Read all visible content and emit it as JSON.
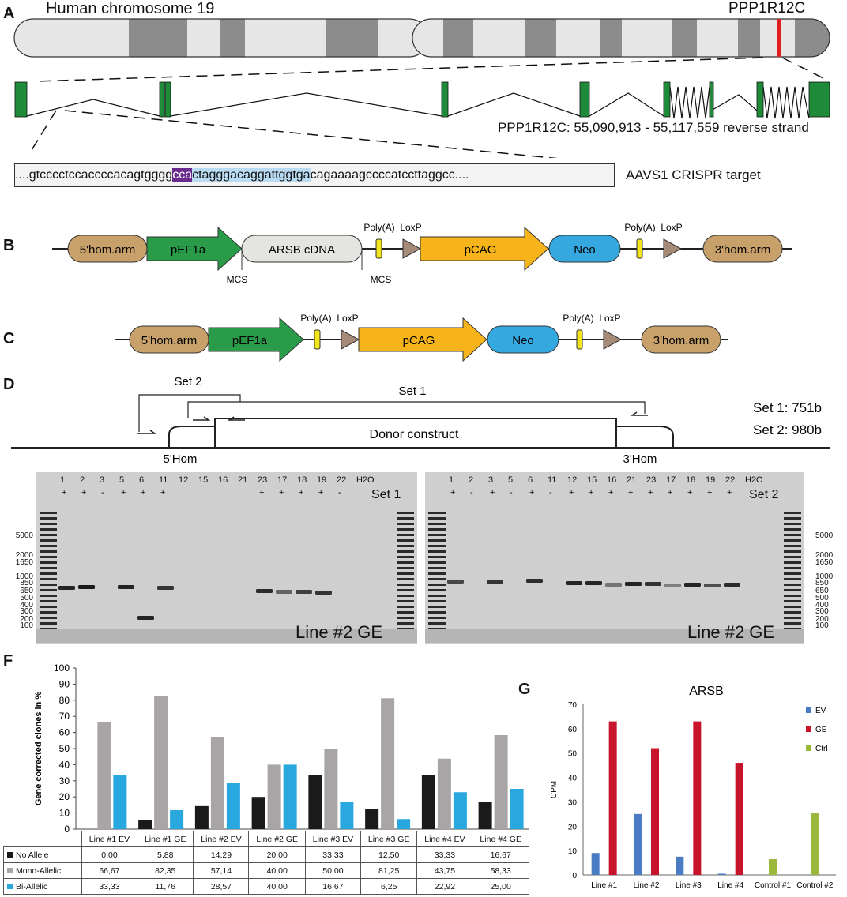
{
  "panels": {
    "a": "A",
    "b": "B",
    "c": "C",
    "d": "D",
    "f": "F",
    "g": "G"
  },
  "panel_a": {
    "chrom_title": "Human chromosome 19",
    "gene_name": "PPP1R12C",
    "gene_coords": "PPP1R12C: 55,090,913 - 55,117,559 reverse strand",
    "seq_left": "....gtcccctccaccccacagtgggg",
    "seq_pam": "cca",
    "seq_guide": "ctagggacaggattggtga",
    "seq_right": "cagaaaagccccatccttaggcc....",
    "target_label": "AAVS1 CRISPR target"
  },
  "panel_b": {
    "hom5": "5'hom.arm",
    "pef1a": "pEF1a",
    "cdna": "ARSB cDNA",
    "polya1": "Poly(A)",
    "loxp1": "LoxP",
    "pcag": "pCAG",
    "neo": "Neo",
    "polya2": "Poly(A)",
    "loxp2": "LoxP",
    "hom3": "3'hom.arm",
    "mcs1": "MCS",
    "mcs2": "MCS"
  },
  "panel_c": {
    "hom5": "5'hom.arm",
    "pef1a": "pEF1a",
    "polya1": "Poly(A)",
    "loxp1": "LoxP",
    "pcag": "pCAG",
    "neo": "Neo",
    "polya2": "Poly(A)",
    "loxp2": "LoxP",
    "hom3": "3'hom.arm"
  },
  "panel_d": {
    "set2": "Set 2",
    "set1": "Set 1",
    "donor": "Donor construct",
    "hom5": "5'Hom",
    "hom3": "3'Hom",
    "size1": "Set 1: 751b",
    "size2": "Set 2: 980b"
  },
  "gel1": {
    "set": "Set 1",
    "line": "Line #2 GE",
    "lanes": [
      "1",
      "2",
      "3",
      "5",
      "6",
      "11",
      "12",
      "15",
      "16",
      "21",
      "23",
      "17",
      "18",
      "19",
      "22",
      "H2O"
    ],
    "signs": [
      "+",
      "+",
      "-",
      "+",
      "+",
      "+",
      "",
      "",
      "",
      "",
      "+",
      "+",
      "+",
      "+",
      "-",
      ""
    ],
    "ladder": [
      "5000",
      "2000",
      "1650",
      "1000",
      "850",
      "650",
      "500",
      "400",
      "300",
      "200",
      "100"
    ]
  },
  "gel2": {
    "set": "Set 2",
    "line": "Line #2 GE",
    "lanes": [
      "1",
      "2",
      "3",
      "5",
      "6",
      "11",
      "12",
      "15",
      "16",
      "21",
      "23",
      "17",
      "18",
      "19",
      "22",
      "H2O"
    ],
    "signs": [
      "+",
      "-",
      "+",
      "-",
      "+",
      "-",
      "+",
      "+",
      "+",
      "+",
      "+",
      "+",
      "+",
      "+",
      "+",
      ""
    ],
    "ladder": [
      "5000",
      "2000",
      "1650",
      "1000",
      "850",
      "650",
      "500",
      "400",
      "300",
      "200",
      "100"
    ]
  },
  "chart_data": [
    {
      "type": "bar",
      "ylabel": "Gene corrected clones in %",
      "ylim": [
        0,
        100
      ],
      "yticks": [
        "0",
        "10",
        "20",
        "30",
        "40",
        "50",
        "60",
        "70",
        "80",
        "90",
        "100"
      ],
      "categories": [
        "Line #1 EV",
        "Line #1 GE",
        "Line #2 EV",
        "Line #2 GE",
        "Line #3 EV",
        "Line #3 GE",
        "Line #4 EV",
        "Line #4 GE"
      ],
      "series": [
        {
          "name": "No Allele",
          "color": "#1a1a1a",
          "values": [
            0.0,
            5.88,
            14.29,
            20.0,
            33.33,
            12.5,
            33.33,
            16.67
          ],
          "labels": [
            "0,00",
            "5,88",
            "14,29",
            "20,00",
            "33,33",
            "12,50",
            "33,33",
            "16,67"
          ]
        },
        {
          "name": "Mono-Allelic",
          "color": "#a9a5a6",
          "values": [
            66.67,
            82.35,
            57.14,
            40.0,
            50.0,
            81.25,
            43.75,
            58.33
          ],
          "labels": [
            "66,67",
            "82,35",
            "57,14",
            "40,00",
            "50,00",
            "81,25",
            "43,75",
            "58,33"
          ]
        },
        {
          "name": "Bi-Allelic",
          "color": "#29a8e0",
          "values": [
            33.33,
            11.76,
            28.57,
            40.0,
            16.67,
            6.25,
            22.92,
            25.0
          ],
          "labels": [
            "33,33",
            "11,76",
            "28,57",
            "40,00",
            "16,67",
            "6,25",
            "22,92",
            "25,00"
          ]
        }
      ]
    },
    {
      "type": "bar",
      "title": "ARSB",
      "ylabel": "CPM",
      "ylim": [
        0,
        70
      ],
      "yticks": [
        "0",
        "10",
        "20",
        "30",
        "40",
        "50",
        "60",
        "70"
      ],
      "categories": [
        "Line #1",
        "Line #2",
        "Line #3",
        "Line #4",
        "Control #1",
        "Control #2"
      ],
      "legend": "top-right",
      "series": [
        {
          "name": "EV",
          "color": "#4a7cc4",
          "values": [
            9,
            25,
            7.5,
            0.5,
            null,
            null
          ]
        },
        {
          "name": "GE",
          "color": "#c8142a",
          "values": [
            63,
            52,
            63,
            46,
            null,
            null
          ]
        },
        {
          "name": "Ctrl",
          "color": "#9ab83c",
          "values": [
            null,
            null,
            null,
            null,
            6.5,
            25.5
          ]
        }
      ]
    }
  ]
}
